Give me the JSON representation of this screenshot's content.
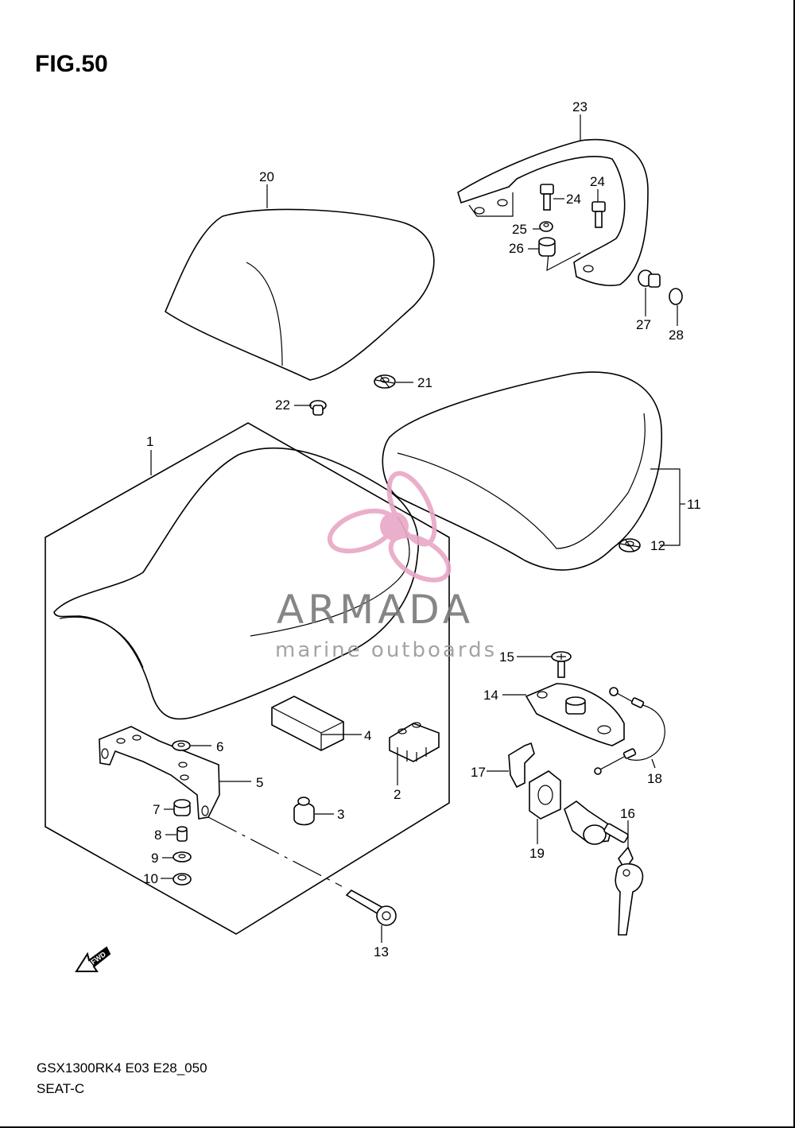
{
  "figure": {
    "title": "FIG.50"
  },
  "footer": {
    "model_code": "GSX1300RK4 E03 E28_050",
    "section": "SEAT-C"
  },
  "watermark": {
    "brand": "ARMADA",
    "tagline": "marine outboards",
    "color_dark": "#7a7a7a",
    "color_pink": "#e8a7c6"
  },
  "arrow": {
    "text": "FWD"
  },
  "callouts": {
    "c1": "1",
    "c2": "2",
    "c3": "3",
    "c4": "4",
    "c5": "5",
    "c6": "6",
    "c7": "7",
    "c8": "8",
    "c9": "9",
    "c10": "10",
    "c11": "11",
    "c12": "12",
    "c13": "13",
    "c14": "14",
    "c15": "15",
    "c16": "16",
    "c17": "17",
    "c18": "18",
    "c19": "19",
    "c20": "20",
    "c21": "21",
    "c22": "22",
    "c23": "23",
    "c24a": "24",
    "c24b": "24",
    "c25": "25",
    "c26": "26",
    "c27": "27",
    "c28": "28"
  }
}
